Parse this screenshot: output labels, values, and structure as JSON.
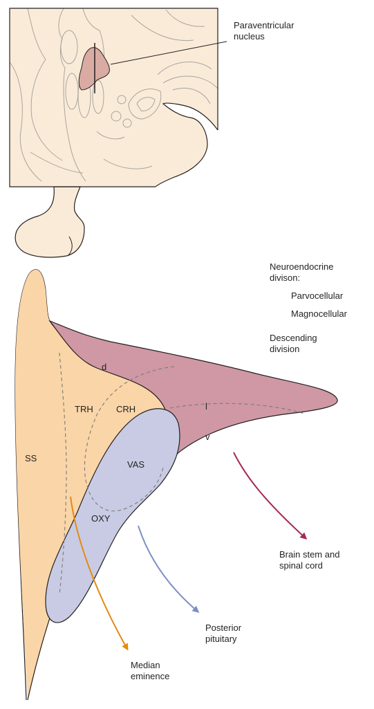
{
  "colors": {
    "tissue": "#faebd8",
    "parvocellular": "#f9d5a8",
    "magnocellular": "#c8cbe3",
    "descending": "#cf98a4",
    "nucleus": "#d9aba3",
    "outline": "#231f20",
    "dashed": "#7a7a7a",
    "arrow_median_eminence": "#e58a12",
    "arrow_posterior_pituitary": "#7a8fc4",
    "arrow_brain_stem": "#a52a55"
  },
  "inset": {
    "nucleus_label_line1": "Paraventricular",
    "nucleus_label_line2": "nucleus"
  },
  "legend": {
    "neuroendocrine_line1": "Neuroendocrine",
    "neuroendocrine_line2": "divison:",
    "parvocellular": "Parvocellular",
    "magnocellular": "Magnocellular",
    "descending_line1": "Descending",
    "descending_line2": "division"
  },
  "regions": {
    "d": "d",
    "l": "l",
    "v": "v",
    "trh": "TRH",
    "crh": "CRH",
    "ss": "SS",
    "vas": "VAS",
    "oxy": "OXY"
  },
  "targets": {
    "brain_stem_line1": "Brain stem and",
    "brain_stem_line2": "spinal cord",
    "posterior_pituitary_line1": "Posterior",
    "posterior_pituitary_line2": "pituitary",
    "median_eminence_line1": "Median",
    "median_eminence_line2": "eminence"
  }
}
